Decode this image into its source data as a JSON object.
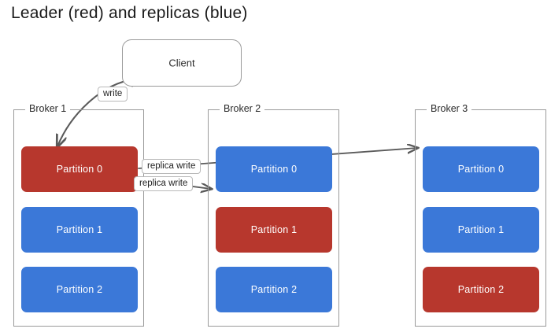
{
  "title": "Leader (red) and replicas (blue)",
  "colors": {
    "leader": "#b7372d",
    "replica": "#3b78d8",
    "border": "#9a9a9a",
    "edge": "#5a5a5a",
    "background": "#ffffff"
  },
  "client": {
    "label": "Client"
  },
  "brokers": [
    {
      "name": "Broker 1",
      "partitions": [
        {
          "label": "Partition 0",
          "role": "leader"
        },
        {
          "label": "Partition 1",
          "role": "replica"
        },
        {
          "label": "Partition 2",
          "role": "replica"
        }
      ]
    },
    {
      "name": "Broker 2",
      "partitions": [
        {
          "label": "Partition 0",
          "role": "replica"
        },
        {
          "label": "Partition 1",
          "role": "leader"
        },
        {
          "label": "Partition 2",
          "role": "replica"
        }
      ]
    },
    {
      "name": "Broker 3",
      "partitions": [
        {
          "label": "Partition 0",
          "role": "replica"
        },
        {
          "label": "Partition 1",
          "role": "replica"
        },
        {
          "label": "Partition 2",
          "role": "leader"
        }
      ]
    }
  ],
  "edges": {
    "write": "write",
    "replica_write_1": "replica write",
    "replica_write_2": "replica write"
  }
}
